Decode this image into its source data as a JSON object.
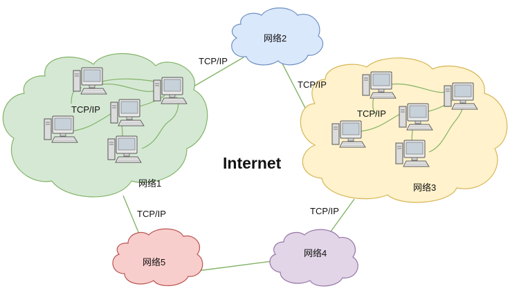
{
  "title": "Internet",
  "networks": {
    "n1": {
      "label": "网络1",
      "inner_protocol": "TCP/IP",
      "fill": "#d5e8d4",
      "stroke": "#82b366"
    },
    "n2": {
      "label": "网络2",
      "fill": "#dae8fc",
      "stroke": "#6c8ebf"
    },
    "n3": {
      "label": "网络3",
      "inner_protocol": "TCP/IP",
      "fill": "#fff2cc",
      "stroke": "#d6b656"
    },
    "n4": {
      "label": "网络4",
      "fill": "#e1d5e7",
      "stroke": "#9673a6"
    },
    "n5": {
      "label": "网络5",
      "fill": "#f8cecc",
      "stroke": "#b85450"
    }
  },
  "links": {
    "n1_n2": "TCP/IP",
    "n2_n3": "TCP/IP",
    "n1_n5": "TCP/IP",
    "n3_n4": "TCP/IP",
    "n5_n4": ""
  },
  "icons": {
    "computer": "desktop-computer-icon"
  },
  "colors": {
    "link": "#82b366",
    "computer_body": "#e8e8e8",
    "computer_screen": "#c7d1da",
    "computer_outline": "#555555"
  }
}
